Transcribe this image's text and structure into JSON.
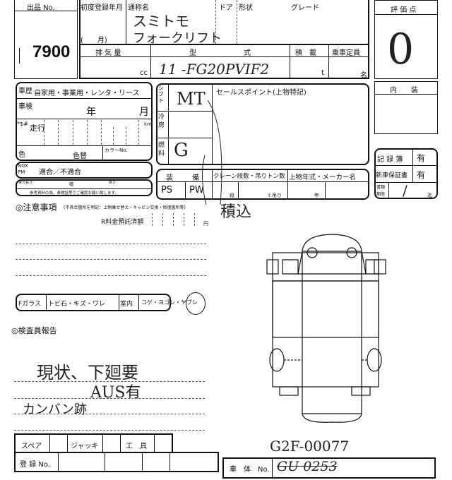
{
  "lot": {
    "label": "出品 No.",
    "number": "7900"
  },
  "vehicle": {
    "first_reg_label": "初度登録年月",
    "month_label": "(　　月)",
    "name_label": "通称名",
    "name_line1": "スミトモ",
    "name_line2": "フォークリフト",
    "door_label": "ドア",
    "shape_label": "形状",
    "grade_label": "グレード",
    "displacement_label": "排 気 量",
    "cc_unit": "cc",
    "model_label_a": "型",
    "model_label_b": "式",
    "model_code": "11 -FG20PVIF2",
    "load_label": "積　載",
    "load_unit": "t",
    "capacity_label": "乗車定員",
    "capacity_unit": "名"
  },
  "score": {
    "label": "評 価 点",
    "value": "0",
    "interior_label": "内　　装"
  },
  "history": {
    "label": "車歴",
    "options": "自家用・事業用・レンタ・リース",
    "inspection_label": "車検",
    "year_unit": "年",
    "month_unit": "月",
    "mileage_prefix": "*$#",
    "mileage_label": "走行",
    "km_unit": "km",
    "color_label": "色",
    "color_change_label": "色替",
    "color_no_label": "カラーNo."
  },
  "nox": {
    "label_a": "NOX",
    "label_b": "PM",
    "value": "適合／不適合"
  },
  "dims": {
    "label_yo": "寄元",
    "length": "長さ",
    "width": "幅",
    "height": "高さ",
    "note": "参考資料の為、車検証等でご確認お願い致します。"
  },
  "equipment_left": {
    "shift_label": "シフト",
    "shift_value": "MT",
    "ac_label": "冷房",
    "fuel_label": "燃料",
    "fuel_value": "G"
  },
  "sales_point_label": "セールスポイント(上物特記)",
  "equipment": {
    "label_a": "装",
    "label_b": "備",
    "crane_label": "クレーン段数・吊りトン数",
    "body_label": "上物年式・メーカー名",
    "ps": "PS",
    "pw": "PW",
    "steps_unit": "段",
    "ton_unit": "t 吊り",
    "year_unit": "年"
  },
  "records": {
    "book_label": "記 録 簿",
    "book_value": "有",
    "warranty_label": "新車保証書",
    "warranty_value": "有",
    "docs_label_a": "書類",
    "docs_label_b": "期限",
    "docs_sep": "/",
    "docs_until": "迄"
  },
  "notes": {
    "title": "◎注意事項",
    "subtitle": "(不具合箇所を明記：上物乗せ替え・キャビン交換・修復箇所等)",
    "recycle_label": "R料金預託済額",
    "yen": "円",
    "handwritten": "積込"
  },
  "interior_row": {
    "glass": "Fガラス",
    "glass_opts": "トビ石・キズ・ワレ",
    "interior": "室内",
    "interior_opts": "コゲ・ヨゴレ・ヤブレ"
  },
  "inspector": {
    "title": "◎検査員報告",
    "line1": "現状、下廻要",
    "line2": "AUS有",
    "line3": "カンバン跡"
  },
  "tools": {
    "spare": "スペア",
    "jack": "ジャッキ",
    "tools": "工　具",
    "reg_label": "登 録 No."
  },
  "chassis": {
    "label": "車　体　No.",
    "corrected": "G2F-00077",
    "struck": "GU 0253"
  }
}
